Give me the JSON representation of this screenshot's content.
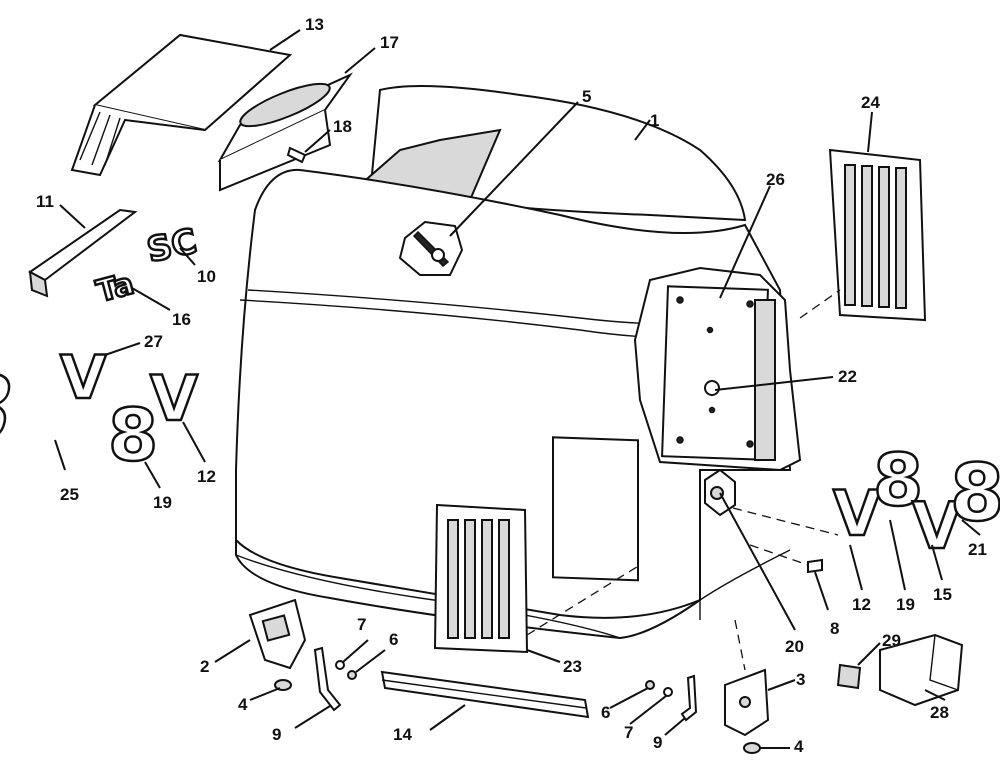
{
  "callouts": {
    "c1": "1",
    "c2": "2",
    "c3": "3",
    "c4a": "4",
    "c4b": "4",
    "c5": "5",
    "c6a": "6",
    "c6b": "6",
    "c7a": "7",
    "c7b": "7",
    "c8": "8",
    "c9a": "9",
    "c9b": "9",
    "c10": "10",
    "c11": "11",
    "c12a": "12",
    "c12b": "12",
    "c13": "13",
    "c14": "14",
    "c15": "15",
    "c16": "16",
    "c17": "17",
    "c18": "18",
    "c19a": "19",
    "c19b": "19",
    "c20": "20",
    "c21": "21",
    "c22": "22",
    "c23": "23",
    "c24": "24",
    "c25": "25",
    "c26": "26",
    "c27": "27",
    "c28": "28",
    "c29": "29"
  },
  "decals": {
    "tag_ta": "Ta",
    "tag_sc": "SC",
    "v_letter": "V",
    "eight": "8"
  }
}
